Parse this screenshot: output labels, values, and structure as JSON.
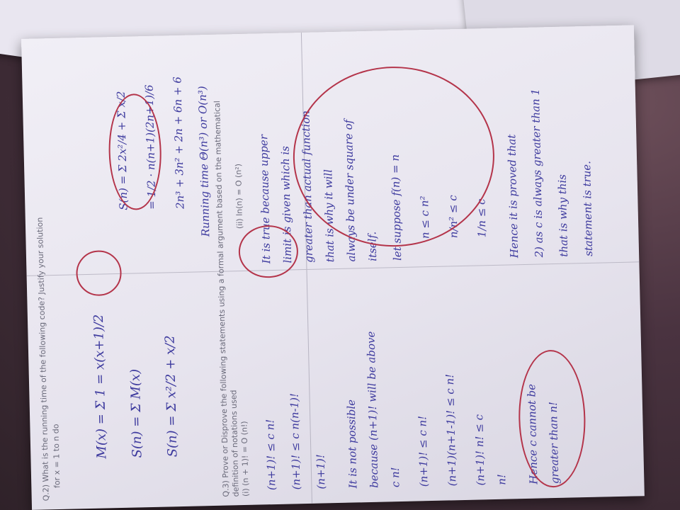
{
  "photo": {
    "description_colors": {
      "paper": "#ece9f2",
      "ink_blue": "#3d3a9e",
      "ink_red": "#b4344a",
      "fabric": "#4a3340"
    }
  },
  "printed": {
    "q2": "Q.2) What is the running time of the following code? Justify your solution",
    "q2_loop": "for x = 1 to n do",
    "q3": "Q.3) Prove or Disprove the following statements using a formal argument based on the mathematical",
    "q3b": "definition of notations used",
    "stmt_a": "(i) (n + 1)! = O (n!)",
    "stmt_b": "(ii) ln(n) = O (n²)"
  },
  "notes": {
    "q1_lines": [
      "M(x) = Σ 1 = x(x+1)/2",
      "S(n) = Σ M(x)",
      "S(n) = Σ x²/2 + x/2",
      "S(n) = Σ 2x²/4 + Σ x/2",
      "= 1/2 · n(n+1)(2n+1)/6",
      "2n³ + 3n² + 2n + 6n + 6",
      "Running time Θ(n³)  or  O(n³)"
    ],
    "q2_lines": [
      "(n+1)! ≤ c n!",
      "(n+1)! ≤ c n(n-1)!",
      "(n+1)!",
      "It is not possible",
      "because (n+1)! will be above",
      "c n!",
      "(n+1)! ≤ c n!",
      "(n+1)(n+1-1)! ≤ c n!",
      "(n+1)! n! ≤ c",
      "n!",
      "Hence c cannot be",
      "greater than n!"
    ],
    "q3_lines": [
      "It is true because upper",
      "limit is given which is",
      "greater than actual function",
      "that is why it will",
      "always be under square of",
      "itself.",
      "let suppose f(n) = n",
      "n ≤ c n²",
      "n/n² ≤ c",
      "1/n ≤ c",
      "Hence it is proved that",
      "2) as c is always greater than 1",
      "that is why this",
      "statement is true."
    ]
  }
}
